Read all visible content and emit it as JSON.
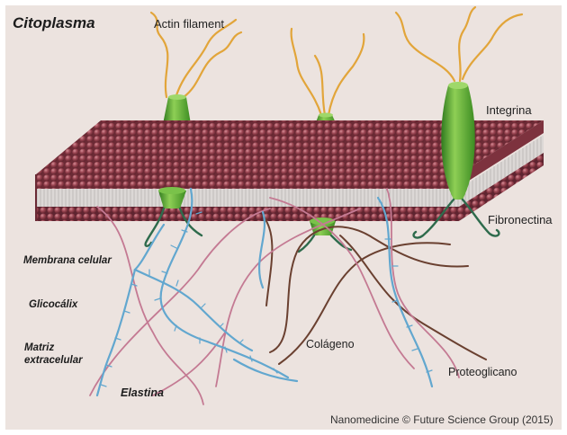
{
  "title": "Citoplasma",
  "labels": {
    "actin": "Actin filament",
    "integrina": "Integrina",
    "fibronectina": "Fibronectina",
    "membrana": "Membrana celular",
    "glicocalix": "Glicocálix",
    "matriz_line1": "Matriz",
    "matriz_line2": "extracelular",
    "elastina": "Elastina",
    "colageno": "Colágeno",
    "proteoglicano": "Proteoglicano"
  },
  "credit": "Nanomedicine © Future Science Group (2015)",
  "colors": {
    "background": "#ece3df",
    "bead": "#9b4552",
    "bead_dark": "#5a2029",
    "bead_light": "#c9818a",
    "integrin_green": "#5aa632",
    "actin": "#e2a53a",
    "fibronectin": "#2e6b4c",
    "glycocalyx": "#62a7cf",
    "collagen": "#6a4030",
    "elastin": "#c47a93"
  }
}
